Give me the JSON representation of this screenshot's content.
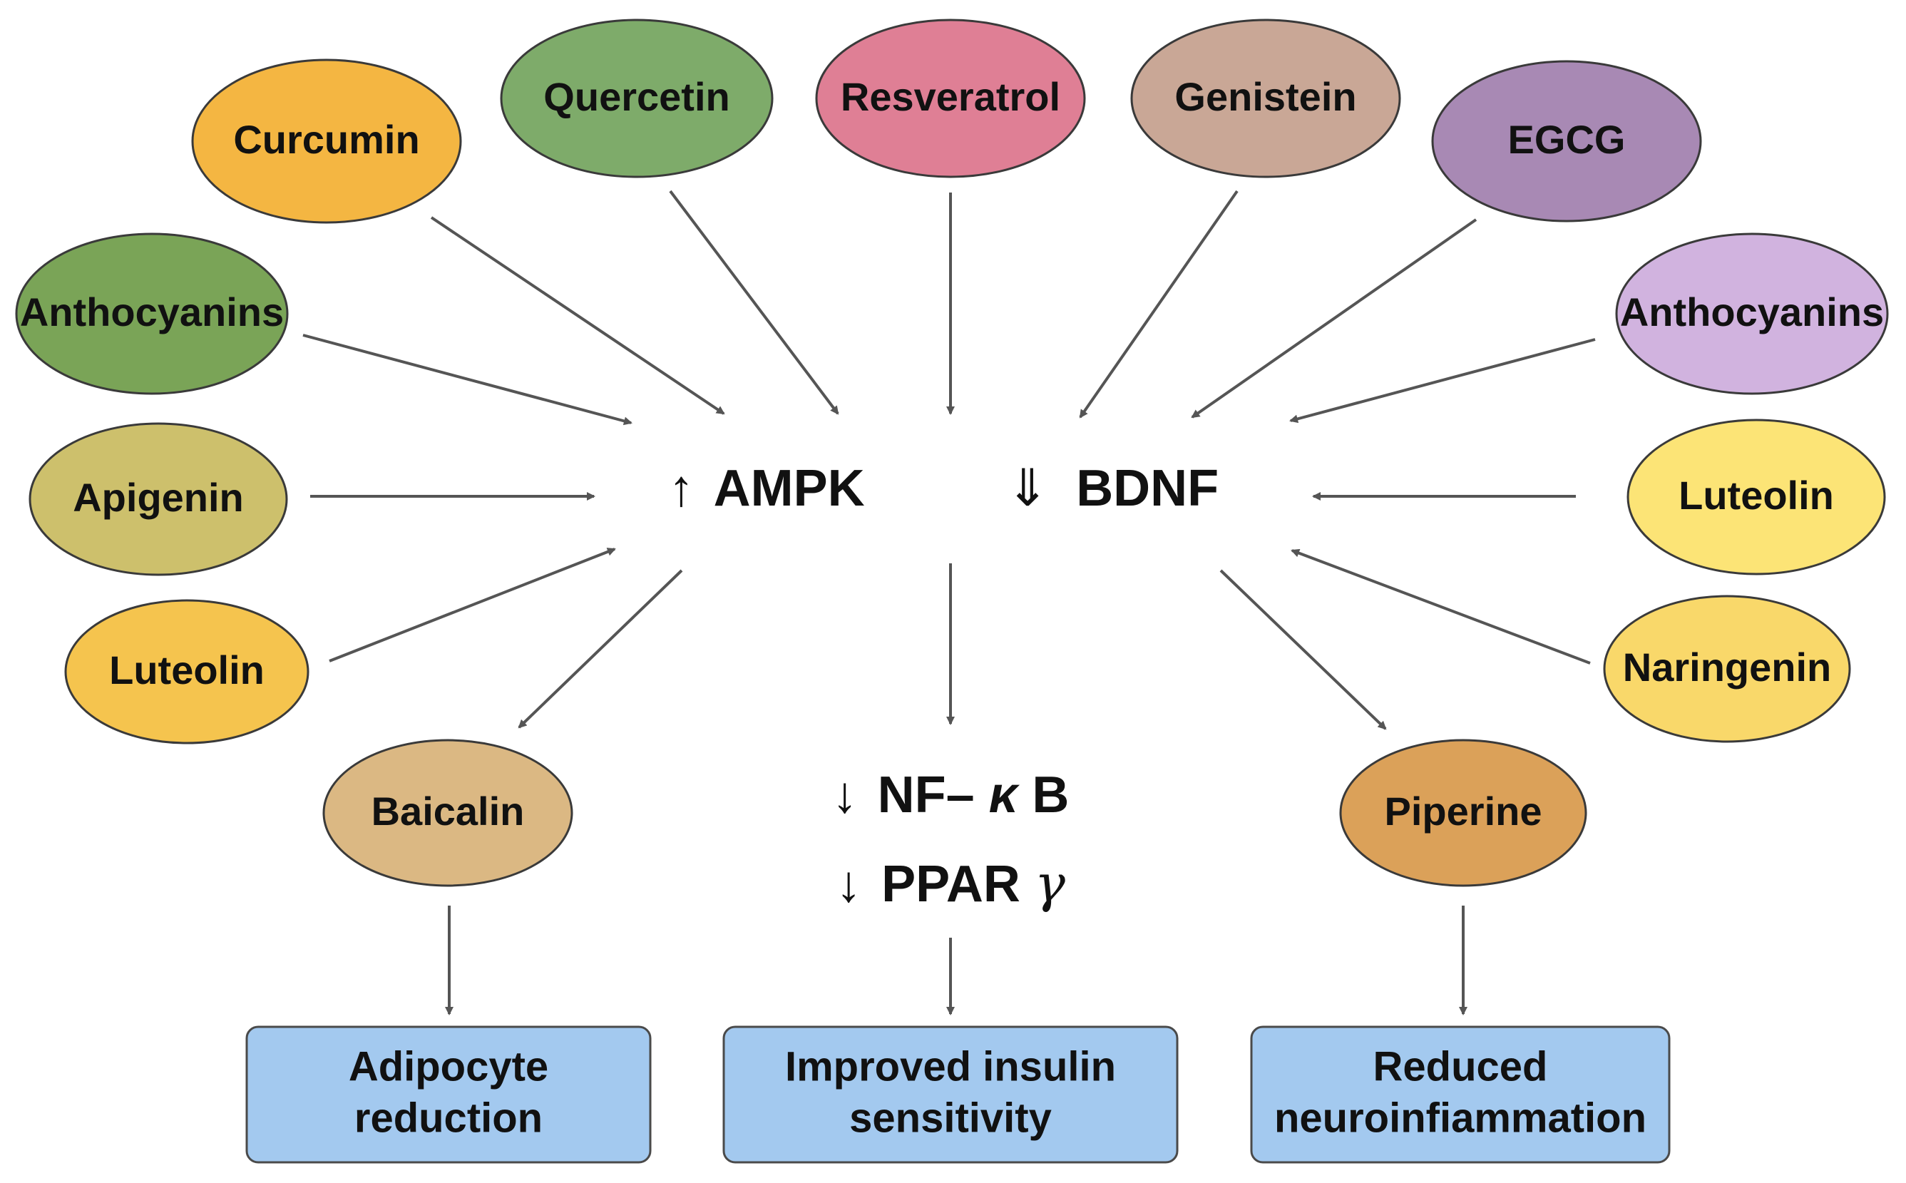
{
  "compounds": {
    "curcumin": {
      "label": "Curcumin",
      "color": "#f4b642"
    },
    "quercetin": {
      "label": "Quercetin",
      "color": "#7eab6a"
    },
    "resveratrol": {
      "label": "Resveratrol",
      "color": "#df7f95"
    },
    "genistein": {
      "label": "Genistein",
      "color": "#c9a796"
    },
    "egcg": {
      "label": "EGCG",
      "color": "#a889b4"
    },
    "anthocyanins_left": {
      "label": "Anthocyanins",
      "color": "#7aa457"
    },
    "apigenin": {
      "label": "Apigenin",
      "color": "#cdc06c"
    },
    "luteolin_left": {
      "label": "Luteolin",
      "color": "#f5c44e"
    },
    "baicalin": {
      "label": "Baicalin",
      "color": "#dbb883"
    },
    "anthocyanins_right": {
      "label": "Anthocyanins",
      "color": "#d1b3df"
    },
    "luteolin_right": {
      "label": "Luteolin",
      "color": "#fce476"
    },
    "naringenin": {
      "label": "Naringenin",
      "color": "#f9d86a"
    },
    "piperine": {
      "label": "Piperine",
      "color": "#dba159"
    }
  },
  "targets": {
    "ampk": {
      "arrow": "↑",
      "label": "AMPK"
    },
    "bdnf": {
      "arrow": "⇓",
      "label": "BDNF"
    },
    "nfkb": {
      "arrow": "↓",
      "label": "NF–",
      "greek": "κ",
      "suffix": " B"
    },
    "ppar": {
      "arrow": "↓",
      "label": "PPAR",
      "greek": "γ"
    }
  },
  "outcomes": {
    "adipocyte": {
      "line1": "Adipocyte",
      "line2": "reduction"
    },
    "insulin": {
      "line1": "Improved insulin",
      "line2": "sensitivity"
    },
    "neuro": {
      "line1": "Reduced",
      "line2": "neuroinfiammation"
    }
  }
}
